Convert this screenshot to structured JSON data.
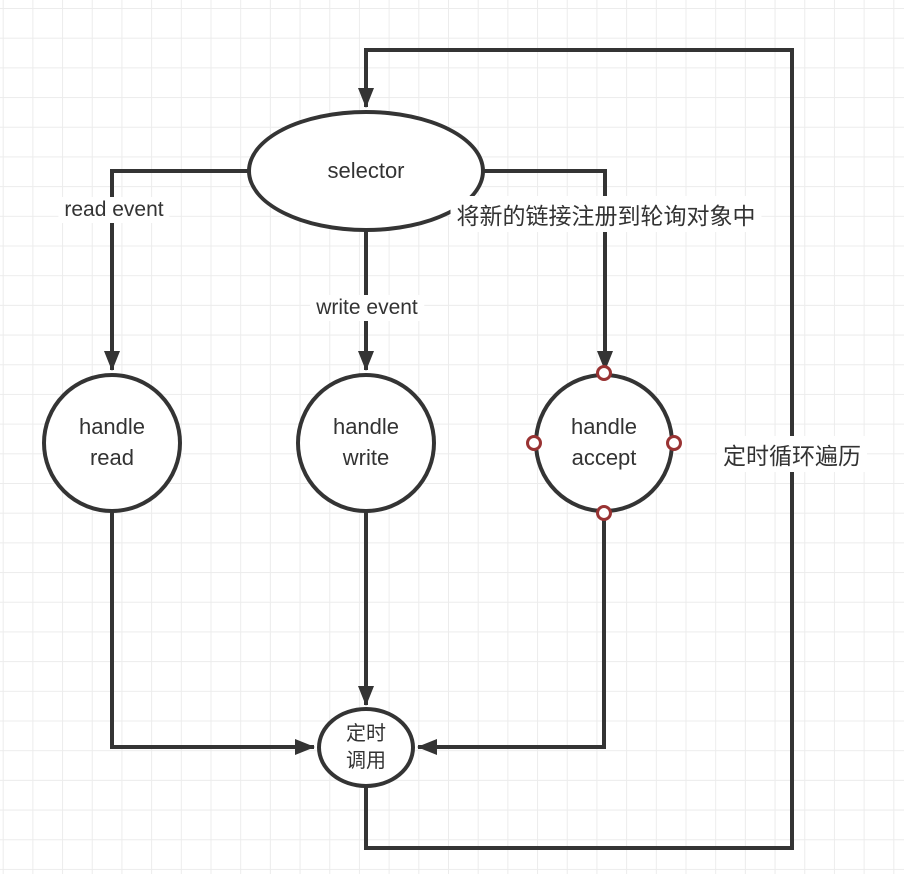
{
  "diagram": {
    "background_color": "#ffffff",
    "grid_color": "#ececec",
    "line_color": "#343434",
    "text_color": "#333333",
    "connection_point_color": "#993333",
    "nodes": {
      "selector": {
        "label": "selector",
        "shape": "ellipse"
      },
      "handle_read": {
        "label": "handle\nread",
        "shape": "circle"
      },
      "handle_write": {
        "label": "handle\nwrite",
        "shape": "circle"
      },
      "handle_accept": {
        "label": "handle\naccept",
        "shape": "circle",
        "selected": true
      },
      "timed_call": {
        "label": "定时\n调用",
        "shape": "ellipse"
      }
    },
    "edge_labels": {
      "read_event": "read event",
      "write_event": "write event",
      "register_new_connection": "将新的链接注册到轮询对象中",
      "timed_loop_traverse": "定时循环遍历"
    }
  }
}
